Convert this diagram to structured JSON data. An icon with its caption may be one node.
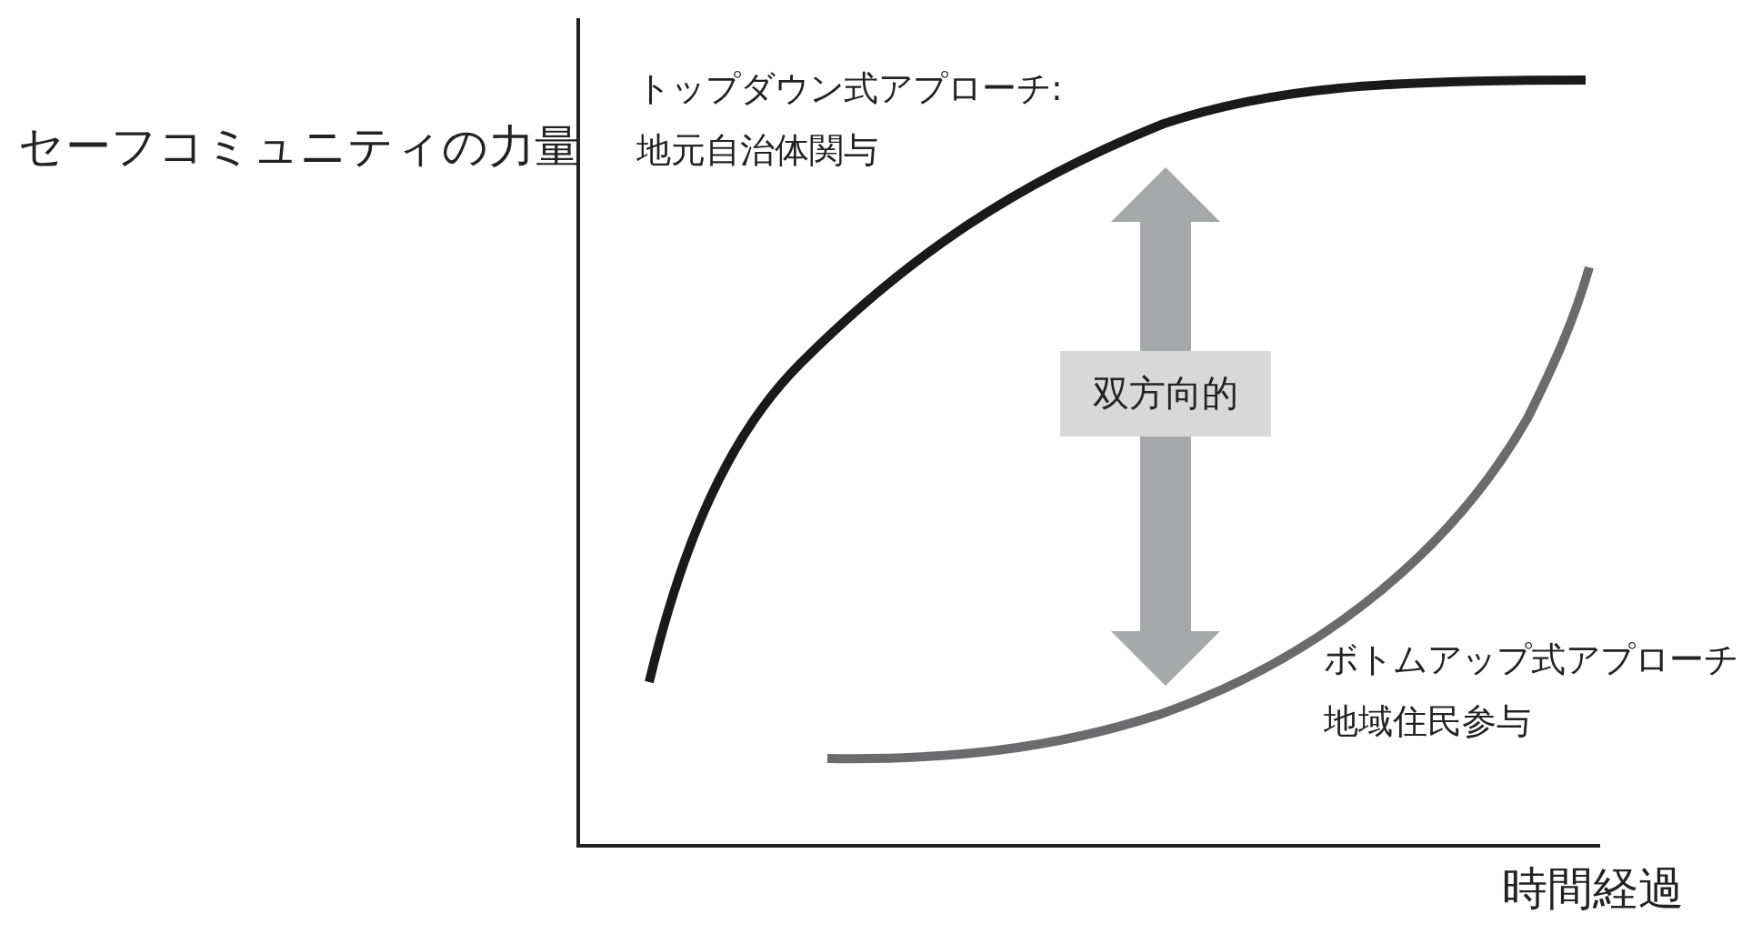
{
  "diagram": {
    "labels": [
      "セーフコミュニティの力量",
      "トップダウン式アプローチ:",
      "地元自治体関与",
      "双方向的",
      "ボトムアップ式アプローチ",
      "地域住民参与",
      "時間経過"
    ]
  }
}
